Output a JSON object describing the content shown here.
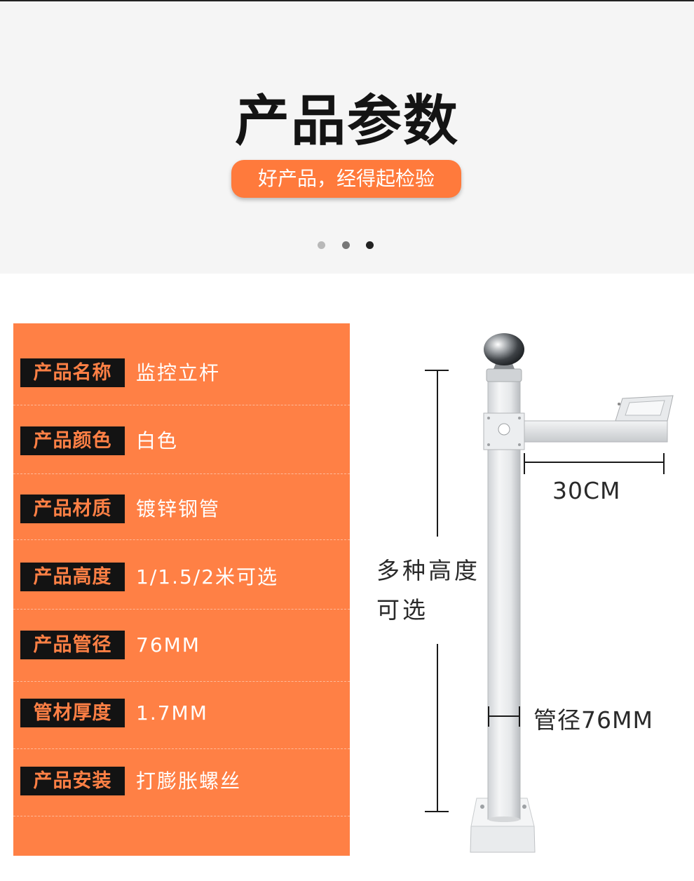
{
  "header": {
    "title": "产品参数",
    "subtitle": "好产品，经得起检验"
  },
  "specs": [
    {
      "label": "产品名称",
      "value": "监控立杆"
    },
    {
      "label": "产品颜色",
      "value": "白色"
    },
    {
      "label": "产品材质",
      "value": "镀锌钢管"
    },
    {
      "label": "产品高度",
      "value": "1/1.5/2米可选"
    },
    {
      "label": "产品管径",
      "value": "76MM"
    },
    {
      "label": "管材厚度",
      "value": "1.7MM"
    },
    {
      "label": "产品安装",
      "value": "打膨胀螺丝"
    }
  ],
  "diagram": {
    "arm_length": "30CM",
    "height_note": "多种高度可选",
    "diameter": "管径76MM"
  },
  "colors": {
    "accent": "#ff8045",
    "dark": "#131313",
    "band": "#f5f5f5"
  }
}
